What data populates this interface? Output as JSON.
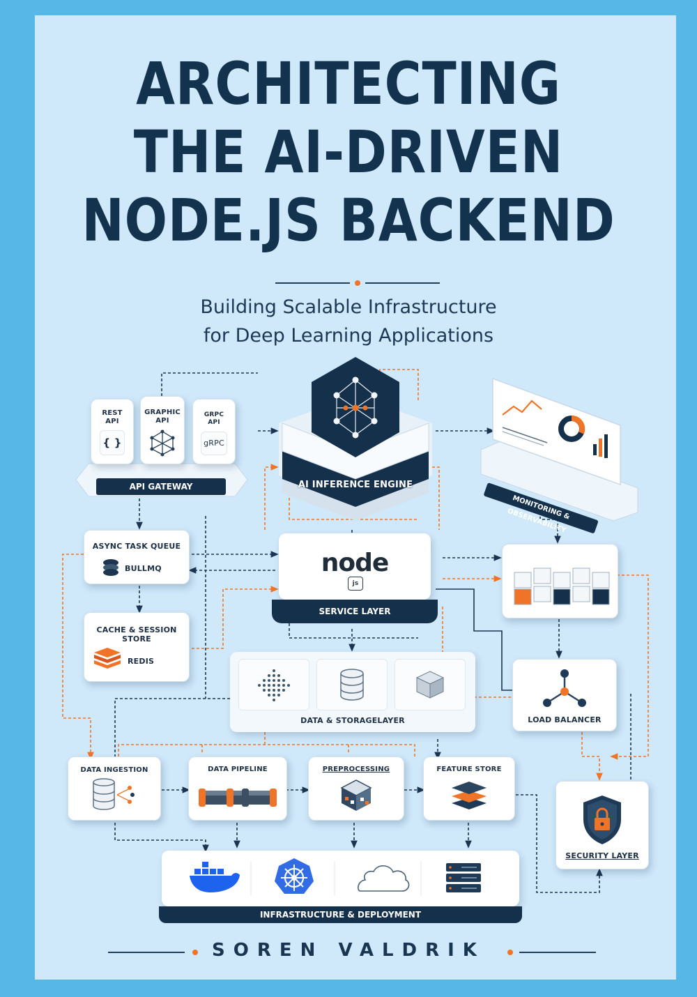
{
  "title_lines": [
    "ARCHITECTING",
    "THE AI-DRIVEN",
    "NODE.JS BACKEND"
  ],
  "subtitle_lines": [
    "Building Scalable Infrastructure",
    "for Deep Learning Applications"
  ],
  "author": "SOREN VALDRIK",
  "colors": {
    "frame": "#57b8e8",
    "background": "#cfe8fa",
    "navy": "#13324d",
    "accent_orange": "#f07428"
  },
  "diagram": {
    "api_gateway": {
      "label": "API GATEWAY",
      "apis": [
        {
          "line1": "REST",
          "line2": "API",
          "glyph": "{ }"
        },
        {
          "line1": "GRAPHIC",
          "line2": "API",
          "glyph": ""
        },
        {
          "line1": "GRPC",
          "line2": "API",
          "glyph": "gRPC"
        }
      ]
    },
    "inference_engine": {
      "label": "AI INFERENCE ENGINE"
    },
    "monitoring": {
      "label": "MONITORING & OBSERVABILITY"
    },
    "async_queue": {
      "label": "ASYNC TASK QUEUE",
      "tool": "BULLMQ"
    },
    "service_layer": {
      "label": "SERVICE LAYER",
      "logo_text": "node",
      "logo_badge": "js"
    },
    "cache": {
      "line1": "CACHE & SESSION",
      "line2": "STORE",
      "tool": "REDIS"
    },
    "data_storage": {
      "label": "DATA & STORAGELAYER"
    },
    "load_balancer": {
      "label": "LOAD BALANCER"
    },
    "data_ingestion": {
      "label": "DATA INGESTION"
    },
    "data_pipeline": {
      "label": "DATA PIPELINE"
    },
    "preprocessing": {
      "label": "PREPROCESSING"
    },
    "feature_store": {
      "label": "FEATURE STORE"
    },
    "security": {
      "label": "SECURITY LAYER"
    },
    "infrastructure": {
      "label": "INFRASTRUCTURE & DEPLOYMENT"
    }
  }
}
